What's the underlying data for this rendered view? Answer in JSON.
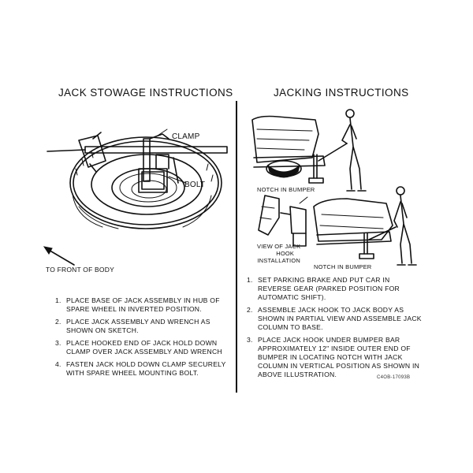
{
  "left": {
    "title": "JACK STOWAGE INSTRUCTIONS",
    "labels": {
      "clamp": "CLAMP",
      "bolt": "BOLT",
      "front": "TO FRONT OF BODY"
    },
    "steps": [
      {
        "num": "1.",
        "text": "PLACE BASE OF JACK ASSEMBLY IN HUB OF SPARE WHEEL IN INVERTED POSITION."
      },
      {
        "num": "2.",
        "text": "PLACE JACK ASSEMBLY AND WRENCH AS SHOWN ON SKETCH."
      },
      {
        "num": "3.",
        "text": "PLACE HOOKED END OF JACK HOLD DOWN CLAMP OVER JACK ASSEMBLY AND WRENCH"
      },
      {
        "num": "4.",
        "text": "FASTEN JACK HOLD DOWN CLAMP SECURELY WITH SPARE WHEEL MOUNTING BOLT."
      }
    ]
  },
  "right": {
    "title": "JACKING  INSTRUCTIONS",
    "labels": {
      "notch_top": "NOTCH IN BUMPER",
      "view_line1": "VIEW OF JACK",
      "view_line2": "HOOK",
      "view_line3": "INSTALLATION",
      "notch_bottom": "NOTCH IN BUMPER"
    },
    "steps": [
      {
        "num": "1.",
        "text": "SET PARKING BRAKE AND PUT CAR IN REVERSE GEAR (PARKED POSITION FOR AUTOMATIC SHIFT)."
      },
      {
        "num": "2.",
        "text": "ASSEMBLE JACK HOOK TO JACK BODY AS SHOWN IN PARTIAL VIEW AND ASSEMBLE JACK COLUMN TO BASE."
      },
      {
        "num": "3.",
        "text": "PLACE JACK HOOK UNDER BUMPER BAR APPROXIMATELY 12\" INSIDE OUTER END OF BUMPER IN LOCATING NOTCH WITH JACK COLUMN IN VERTICAL POSITION AS SHOWN IN ABOVE ILLUSTRATION."
      }
    ],
    "part_number": "C4OB-17093B"
  }
}
